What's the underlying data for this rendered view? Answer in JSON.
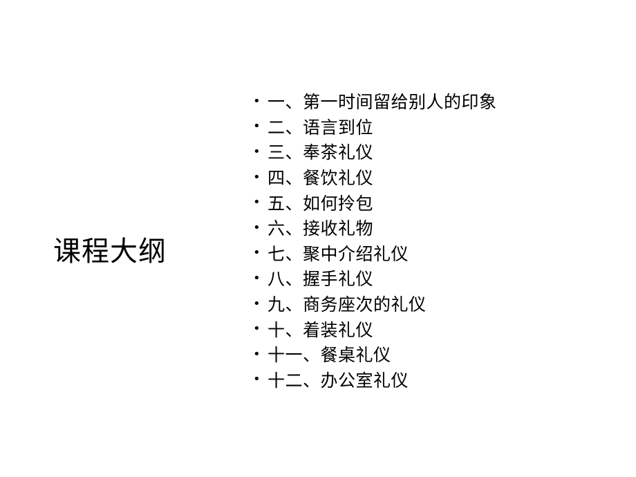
{
  "slide": {
    "title": "课程大纲",
    "bullet_glyph": "•",
    "items": [
      "一、第一时间留给别人的印象",
      "二、语言到位",
      "三、奉茶礼仪",
      "四、餐饮礼仪",
      "五、如何拎包",
      "六、接收礼物",
      "七、聚中介绍礼仪",
      "八、握手礼仪",
      "九、商务座次的礼仪",
      "十、着装礼仪",
      "十一、餐桌礼仪",
      "十二、办公室礼仪"
    ]
  }
}
